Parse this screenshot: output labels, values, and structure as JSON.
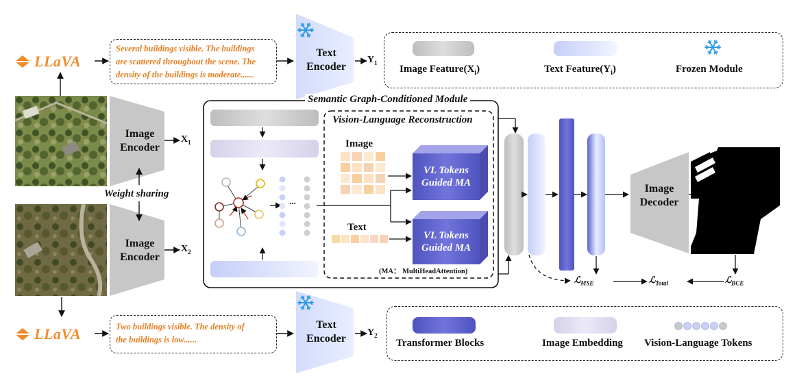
{
  "top_branch": {
    "llava_label": "LLaVA",
    "caption_lines": [
      "Several buildings visible. The buildings",
      "are scattered throughout the scene. The",
      "density of the buildings is moderate......"
    ],
    "text_encoder_label": [
      "Text",
      "Encoder"
    ],
    "output_label": "Y",
    "output_sub": "1"
  },
  "bottom_branch": {
    "llava_label": "LLaVA",
    "caption_lines": [
      "Two buildings visible. The density of",
      "the buildings is low......"
    ],
    "text_encoder_label": [
      "Text",
      "Encoder"
    ],
    "output_label": "Y",
    "output_sub": "2"
  },
  "image_encoders": {
    "top": {
      "label": [
        "Image",
        "Encoder"
      ],
      "output_label": "X",
      "output_sub": "1"
    },
    "bottom": {
      "label": [
        "Image",
        "Encoder"
      ],
      "output_label": "X",
      "output_sub": "2"
    },
    "weight_sharing_label": "Weight sharing"
  },
  "legend_top": {
    "items": [
      {
        "label": "Image Feature(X",
        "sub": "i",
        "tail": ")"
      },
      {
        "label": "Text Feature(Y",
        "sub": "i",
        "tail": ")"
      },
      {
        "label": "Frozen Module",
        "sub": "",
        "tail": ""
      }
    ]
  },
  "legend_bottom": {
    "items": [
      {
        "label": "Transformer Blocks"
      },
      {
        "label": "Image Embedding"
      },
      {
        "label": "Vision-Language Tokens"
      }
    ]
  },
  "sgcm": {
    "title": "Semantic Graph-Conditioned Module",
    "ellipsis": "...",
    "vlr": {
      "title": "Vision-Language Reconstruction",
      "image_label": "Image",
      "text_label": "Text",
      "vl_block_label": [
        "VL Tokens",
        "Guided MA"
      ],
      "ma_note": "(MA： MultiHeadAttention)"
    }
  },
  "decoder": {
    "label": [
      "Image",
      "Decoder"
    ]
  },
  "losses": {
    "mse": {
      "symbol": "ℒ",
      "sub": "MSE"
    },
    "total": {
      "symbol": "ℒ",
      "sub": "Total"
    },
    "bce": {
      "symbol": "ℒ",
      "sub": "BCE"
    }
  },
  "colors": {
    "llava_orange": "#f08c2e",
    "caption_orange": "#e67e22",
    "encoder_gray": "#c9c9c9",
    "text_encoder_blue": "#dde3fb",
    "transformer_purple": "#5b5fc7",
    "image_embedding": "#e0dcef",
    "vl_block": "#7a78d4",
    "snowflake": "#2f9be8"
  }
}
